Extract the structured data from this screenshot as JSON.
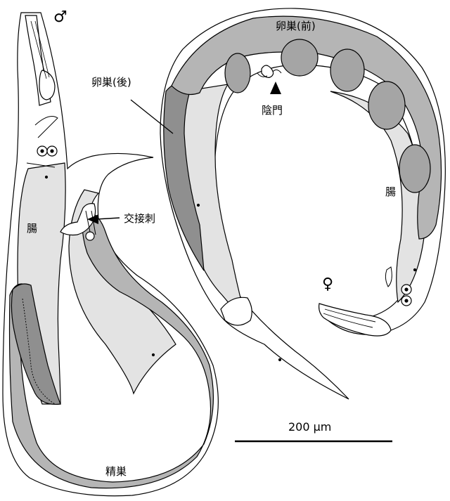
{
  "labels": {
    "male_symbol": "♂",
    "female_symbol": "♀",
    "ovary_anterior": "卵巣(前)",
    "ovary_posterior": "卵巣(後)",
    "vulva": "陰門",
    "spicule": "交接刺",
    "intestine_male": "腸",
    "intestine_female": "腸",
    "testis": "精巣"
  },
  "scale_bar": {
    "text": "200 μm"
  },
  "colors": {
    "outline": "#000000",
    "body_fill": "#ffffff",
    "intestine": "#e3e3e3",
    "gonad": "#b5b5b5",
    "gonad_dark": "#8f8f8f",
    "oocyte": "#a5a5a5"
  }
}
